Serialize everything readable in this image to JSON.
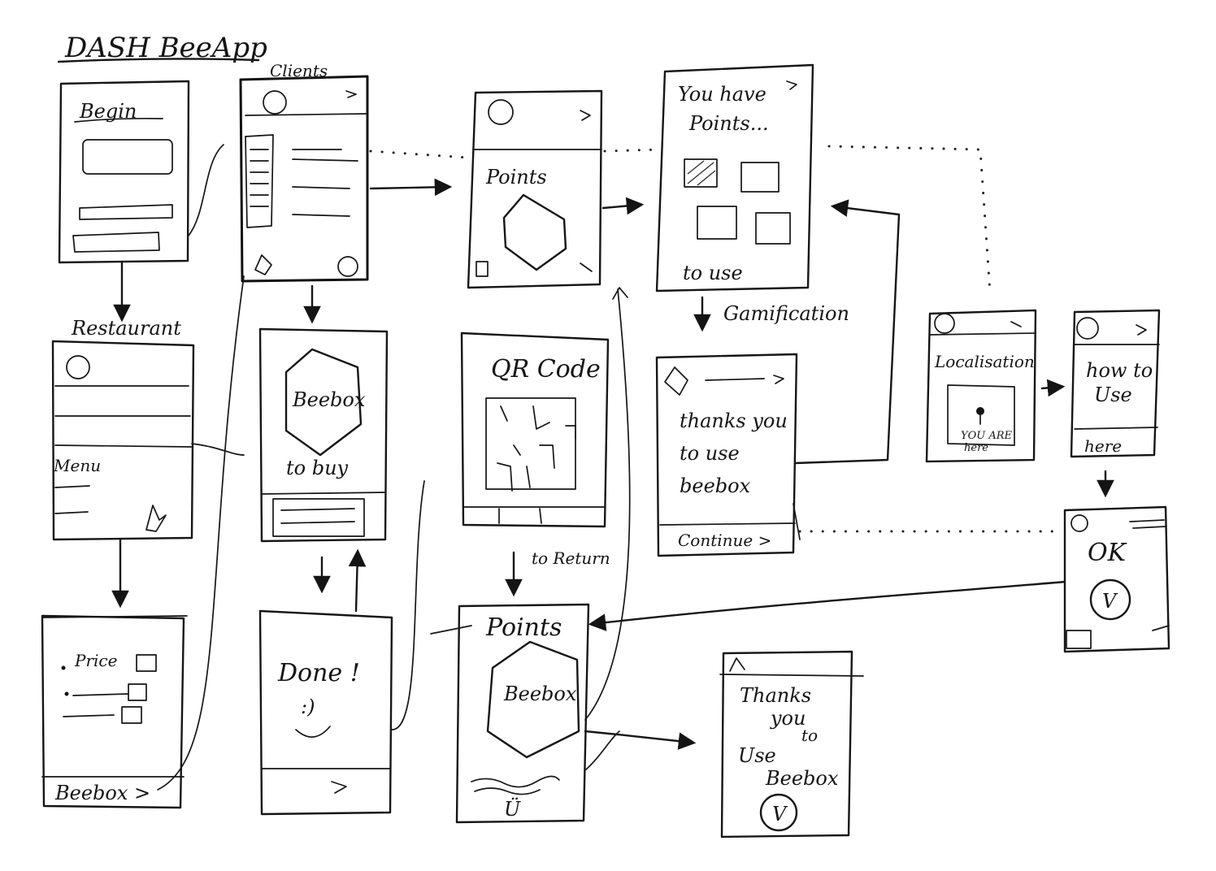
{
  "title": "DASH BeeApp",
  "screens": {
    "begin": {
      "label": "Begin"
    },
    "restaurant": {
      "label": "Restaurant",
      "menu_label": "Menu"
    },
    "order": {
      "item_label": "Price",
      "footer_label": "Beebox >"
    },
    "clients": {
      "label": "Clients"
    },
    "beebox": {
      "label": "Beebox",
      "action": "to buy"
    },
    "done": {
      "label": "Done !",
      "smiley": ":)"
    },
    "points": {
      "label": "Points"
    },
    "qr": {
      "label": "QR Code"
    },
    "points_return": {
      "label": "Points",
      "hex_label": "Beebox",
      "smiley": "Ü"
    },
    "rewards": {
      "line1": "You have",
      "line2": "Points...",
      "footer": "to use"
    },
    "thanks_use": {
      "line1": "thanks you",
      "line2": "to use",
      "line3": "beebox",
      "footer": "Continue >"
    },
    "thanks_final": {
      "line1": "Thanks",
      "line2": "you",
      "line3": "to",
      "line4": "Use",
      "line5": "Beebox",
      "check": "V"
    },
    "localisation": {
      "label": "Localisation",
      "pin_text_1": "YOU ARE",
      "pin_text_2": "here"
    },
    "how_to": {
      "line1": "how to",
      "line2": "Use",
      "footer": "here"
    },
    "ok": {
      "label": "OK",
      "check": "V"
    }
  },
  "annotations": {
    "gamification": "Gamification",
    "to_return": "to Return"
  }
}
